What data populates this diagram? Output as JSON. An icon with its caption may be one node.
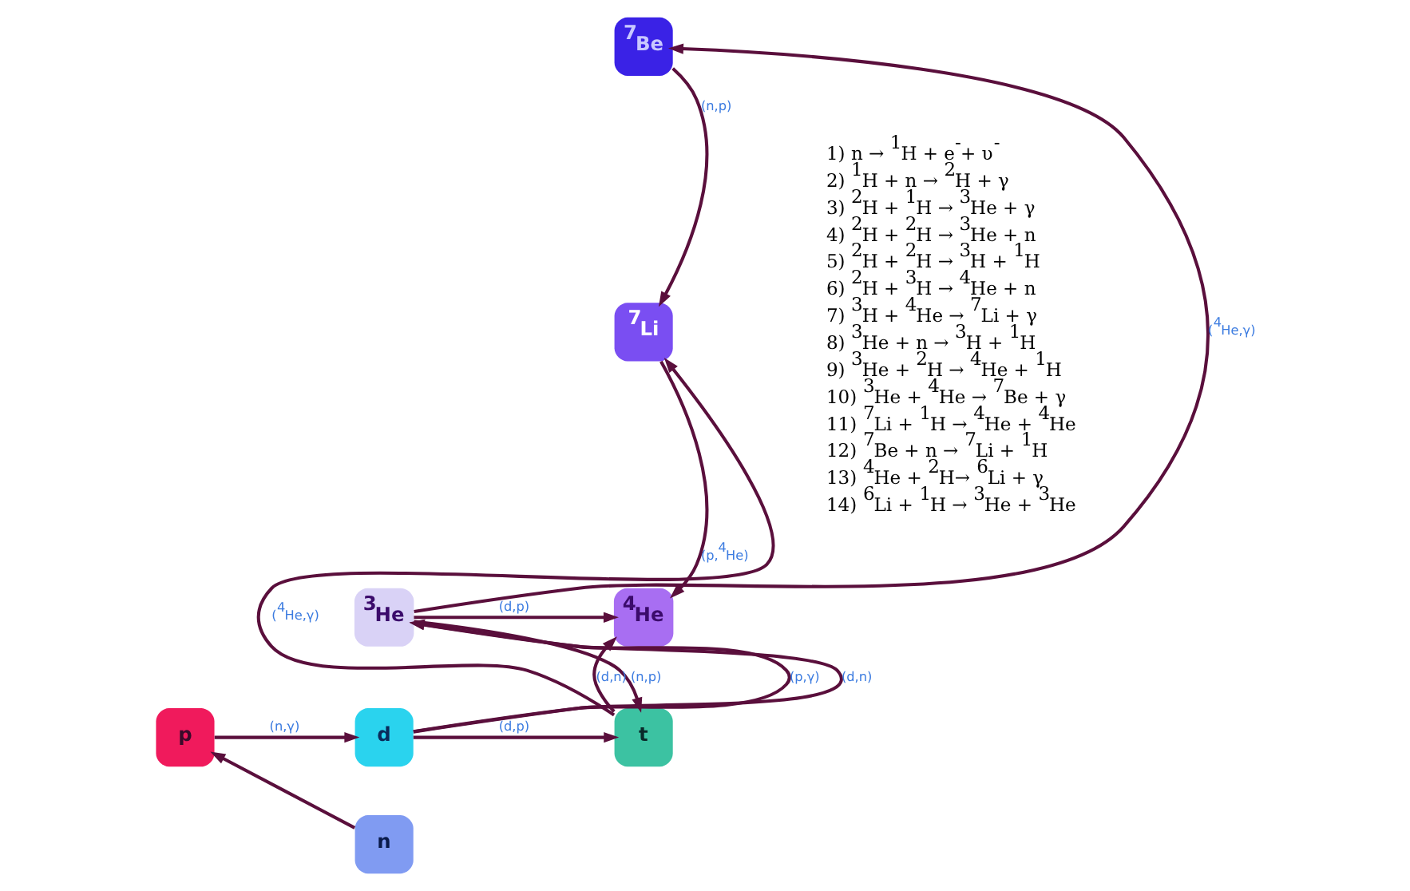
{
  "diagram": {
    "nodes": [
      {
        "text": [
          "$^{7}$Be"
        ]
      },
      {
        "text": [
          "$^{7}$Li"
        ]
      },
      {
        "text": [
          "$^{3}$He"
        ]
      },
      {
        "text": [
          "$^{4}$He"
        ]
      },
      {
        "text": [
          "p"
        ]
      },
      {
        "text": [
          "d"
        ]
      },
      {
        "text": [
          "t"
        ]
      },
      {
        "text": [
          "n"
        ]
      }
    ],
    "edges": [
      {
        "from": 2,
        "to": 0,
        "arrow": "to",
        "label": "($^{4}$He,γ)"
      },
      {
        "from": 0,
        "to": 1,
        "arrow": "to",
        "label": "(n,p)"
      },
      {
        "from": 1,
        "to": 3,
        "arrow": "to",
        "label": "(p,$^{4}$He)"
      },
      {
        "from": 6,
        "to": 1,
        "arrow": "to",
        "label": "($^{4}$He,γ)"
      },
      {
        "from": 2,
        "to": 3,
        "arrow": "to",
        "label": "(d,p)"
      },
      {
        "from": 2,
        "to": 6,
        "arrow": "to",
        "label": "(n,p)"
      },
      {
        "from": 5,
        "to": 2,
        "arrow": "to",
        "label": "(p,γ)"
      },
      {
        "from": 5,
        "to": 2,
        "arrow": "to",
        "label": "(d,n)"
      },
      {
        "from": 6,
        "to": 3,
        "arrow": "to",
        "label": "(d,n)"
      },
      {
        "from": 4,
        "to": 5,
        "arrow": "to",
        "label": "(n,γ)"
      },
      {
        "from": 5,
        "to": 6,
        "arrow": "to",
        "label": "(d,p)"
      },
      {
        "from": 7,
        "to": 4,
        "arrow": "to"
      }
    ],
    "labels": [
      "1) n → $^{1}$H + e$^{-}$+ υ$^{-}$",
      "2) $^{1}$H + n → $^{2}$H + γ",
      "3) $^{2}$H + $^{1}$H → $^{3}$He + γ",
      "4) $^{2}$H + $^{2}$H → $^{3}$He + n",
      "5) $^{2}$H + $^{2}$H → $^{3}$H + $^{1}$H",
      "6) $^{2}$H + $^{3}$H → $^{4}$He + n",
      "7) $^{3}$H + $^{4}$He → $^{7}$Li + γ",
      "8) $^{3}$He + n → $^{3}$H + $^{1}$H",
      "9) $^{3}$He + $^{2}$H → $^{4}$He + $^{1}$H",
      "10) $^{3}$He + $^{4}$He → $^{7}$Be + γ",
      "11) $^{7}$Li + $^{1}$H → $^{4}$He + $^{4}$He",
      "12) $^{7}$Be + n → $^{7}$Li + $^{1}$H",
      "13) $^{4}$He + $^{2}$H→ $^{6}$Li + γ",
      "14) $^{6}$Li + $^{1}$H → $^{3}$He + $^{3}$He"
    ]
  }
}
